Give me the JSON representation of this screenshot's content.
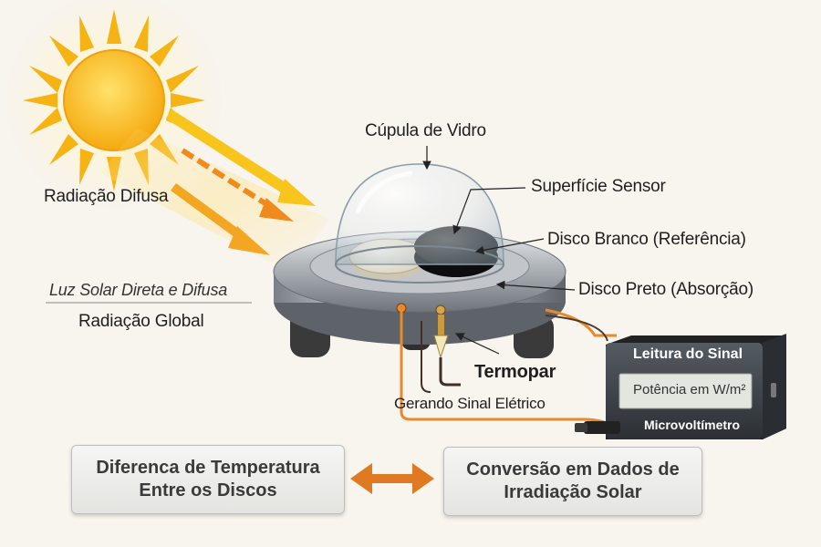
{
  "labels": {
    "dome": "Cúpula de Vidro",
    "sensor_surface": "Superfície Sensor",
    "white_disc": "Disco Branco (Referência)",
    "black_disc": "Disco Preto (Absorção)",
    "diffuse_radiation": "Radiação Difusa",
    "direct_diffuse_light": "Luz Solar Direta e Difusa",
    "global_radiation": "Radiação Global",
    "thermocouple": "Termopar",
    "generating_signal": "Gerando Sinal Elétrico"
  },
  "meter": {
    "title": "Leitura do Sinal",
    "display": "Potência em W/m²",
    "name": "Microvoltímetro"
  },
  "boxes": {
    "left_line1": "Diferenca de Temperatura",
    "left_line2": "Entre os Discos",
    "right_line1": "Conversão em Dados de",
    "right_line2": "Irradiação Solar"
  },
  "colors": {
    "sun": "#f7b514",
    "ray_orange": "#f08a1c",
    "wire_orange": "#e9892a",
    "wire_dark": "#4a3a2e",
    "meter_body": "#3b3f45"
  }
}
